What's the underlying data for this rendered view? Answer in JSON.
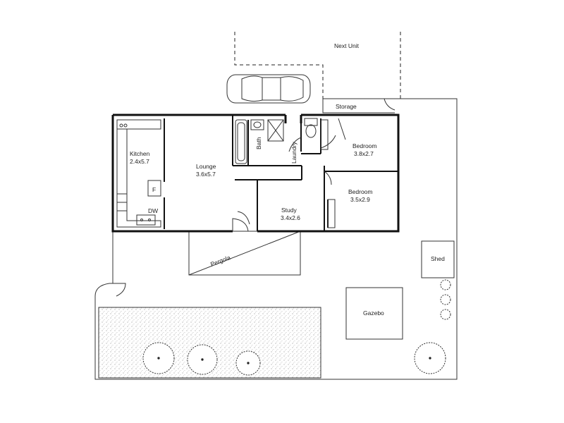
{
  "labels": {
    "next_unit": "Next Unit",
    "storage": "Storage",
    "kitchen_name": "Kitchen",
    "kitchen_size": "2.4x5.7",
    "lounge_name": "Lounge",
    "lounge_size": "3.6x5.7",
    "bath": "Bath",
    "laundry": "Laundry",
    "bedroom1_name": "Bedroom",
    "bedroom1_size": "3.8x2.7",
    "bedroom2_name": "Bedroom",
    "bedroom2_size": "3.5x2.9",
    "study_name": "Study",
    "study_size": "3.4x2.6",
    "fridge": "F",
    "dishwasher": "DW",
    "pergola": "Pergola",
    "shed": "Shed",
    "gazebo": "Gazebo"
  },
  "colors": {
    "line": "#111111",
    "hatch": "#9a9a9a",
    "background": "#ffffff"
  }
}
